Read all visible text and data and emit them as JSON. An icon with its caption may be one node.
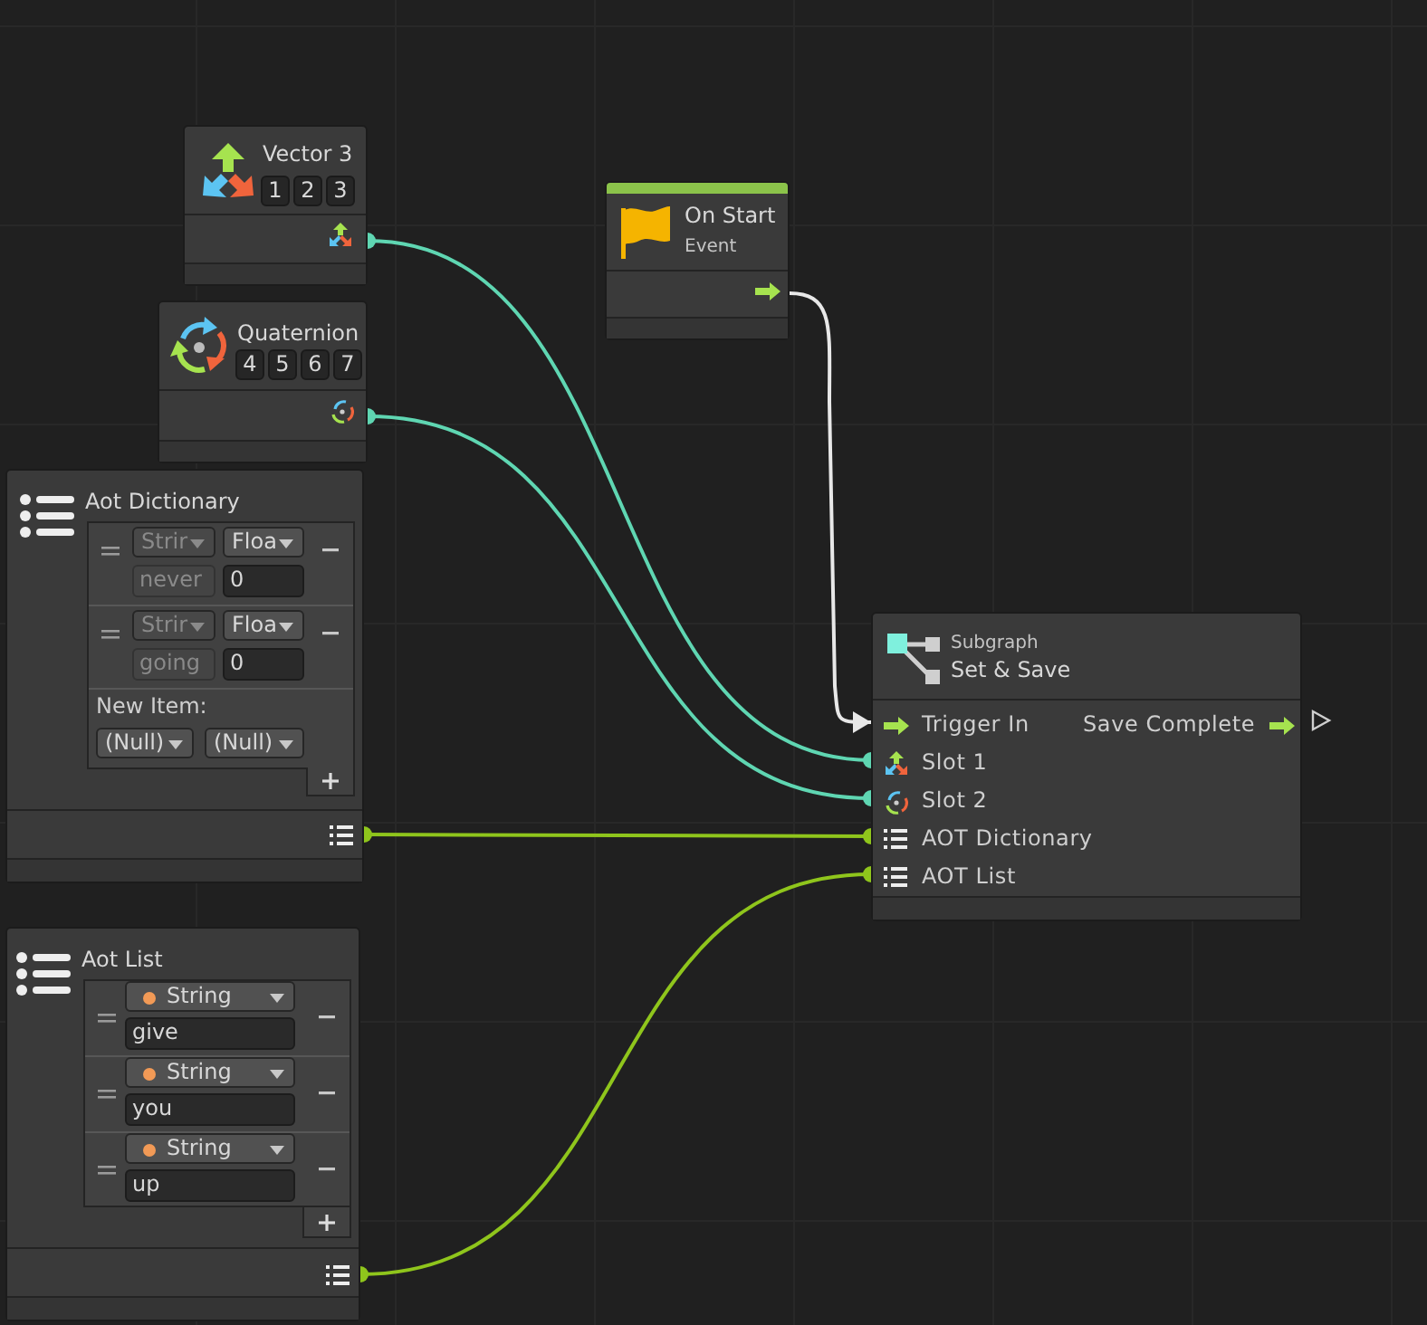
{
  "diagram": {
    "nodes": [
      {
        "text": [
          "Vector 3",
          "1",
          "2",
          "3"
        ]
      },
      {
        "text": [
          "On Start",
          "Event"
        ]
      },
      {
        "text": [
          "Quaternion",
          "4",
          "5",
          "6",
          "7"
        ]
      },
      {
        "text": [
          "Aot Dictionary",
          "Strir",
          "Floa",
          "never",
          "0",
          "Strir",
          "Floa",
          "going",
          "0",
          "New Item:",
          "(Null)",
          "(Null)"
        ]
      },
      {
        "text": [
          "Subgraph",
          "Set & Save",
          "Trigger In",
          "Save Complete",
          "Slot 1",
          "Slot 2",
          "AOT Dictionary",
          "AOT List"
        ]
      },
      {
        "text": [
          "Aot List",
          "String",
          "give",
          "String",
          "you",
          "String",
          "up"
        ]
      }
    ],
    "edges": [
      {
        "from": 0,
        "to": 4,
        "arrow": "other",
        "color": "#5fd6b2"
      },
      {
        "from": 1,
        "to": 4,
        "arrow": "to",
        "color": "#e8e8e8"
      },
      {
        "from": 2,
        "to": 4,
        "arrow": "other",
        "color": "#5fd6b2"
      },
      {
        "from": 3,
        "to": 4,
        "arrow": "other",
        "color": "#8fc51c"
      },
      {
        "from": 5,
        "to": 4,
        "arrow": "other",
        "color": "#8fc51c"
      }
    ]
  }
}
